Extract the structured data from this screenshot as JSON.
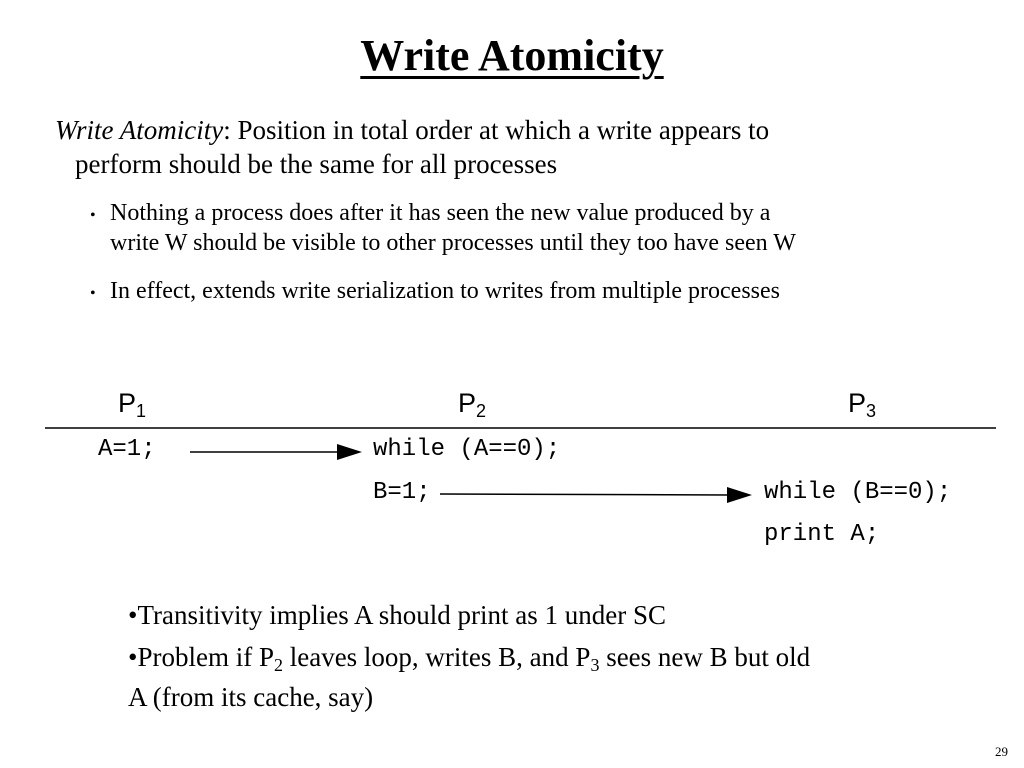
{
  "title": "Write Atomicity",
  "definition": {
    "term": "Write Atomicity",
    "text_line1": ": Position in total order at which a write appears to",
    "text_line2": "perform should be the same for all processes"
  },
  "bullets": [
    {
      "marker": "•",
      "line1": "Nothing a process does after it has seen the new value produced by a",
      "line2": "write W should be visible to other processes until they too have seen W"
    },
    {
      "marker": "•",
      "line1": "In effect, extends write serialization to writes from multiple processes"
    }
  ],
  "processors": [
    {
      "letter": "P",
      "index": "1"
    },
    {
      "letter": "P",
      "index": "2"
    },
    {
      "letter": "P",
      "index": "3"
    }
  ],
  "code": {
    "p1_line1": "A=1;",
    "p2_line1": "while (A==0);",
    "p2_line2": "B=1;",
    "p3_line1": "while (B==0);",
    "p3_line2": "print A;"
  },
  "notes": {
    "marker": "•",
    "line1": "Transitivity implies A should print as 1 under SC",
    "line2_a": "Problem if P",
    "line2_sub1": "2",
    "line2_b": " leaves loop, writes B, and P",
    "line2_sub2": "3",
    "line2_c": " sees new B but old",
    "line3": "A (from its cache, say)"
  },
  "page_number": "29"
}
